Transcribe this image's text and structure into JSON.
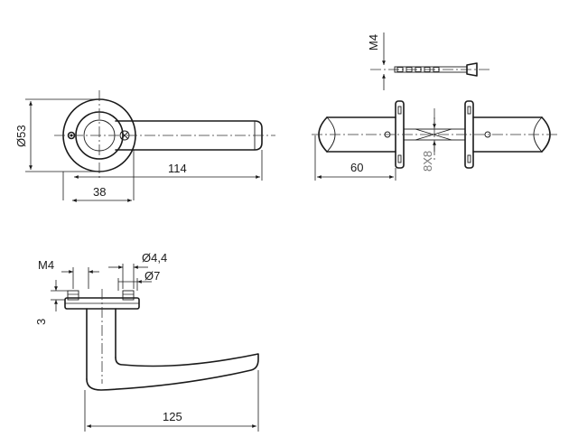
{
  "labels": {
    "d53": "Ø53",
    "len114": "114",
    "len38": "38",
    "len60": "60",
    "m4_top": "M4",
    "sq8": "8X8",
    "m4_side": "M4",
    "d44": "Ø4,4",
    "d7": "Ø7",
    "h3": "3",
    "len125": "125"
  }
}
